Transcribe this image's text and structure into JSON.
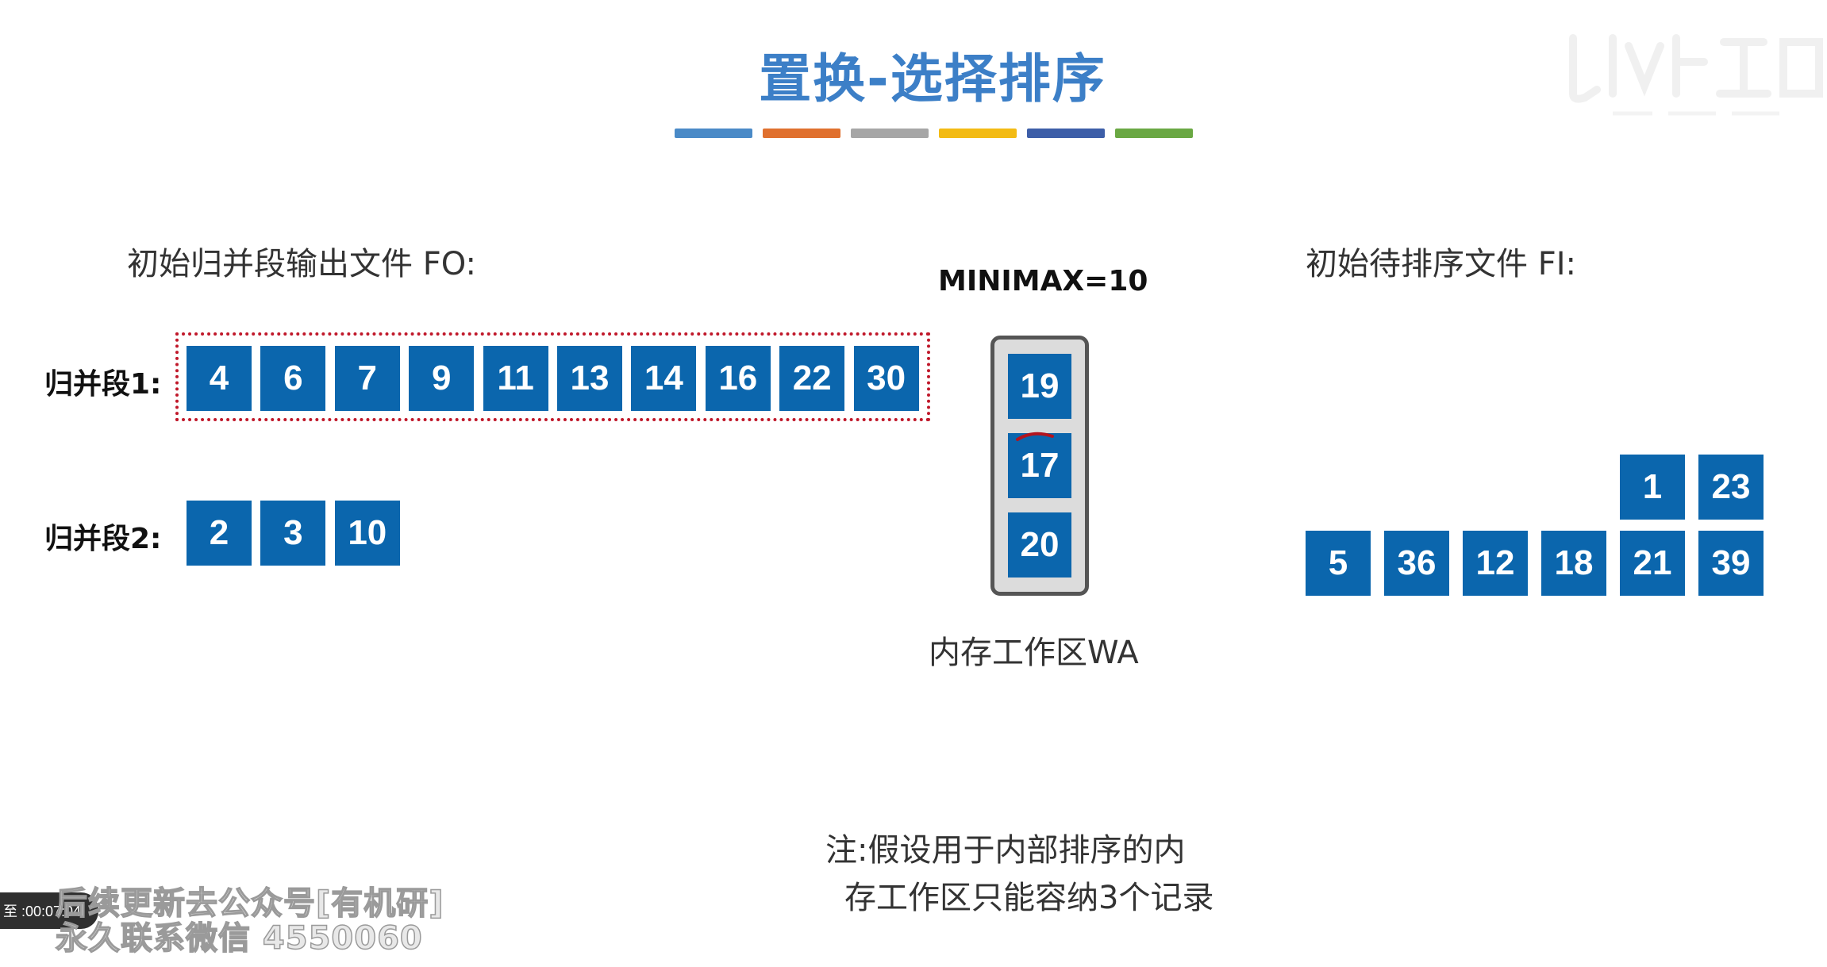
{
  "title": "置换-选择排序",
  "accent_bars": [
    "#4a8ac7",
    "#e0702e",
    "#a6a6a6",
    "#f3bb14",
    "#3d5ea8",
    "#6aa843"
  ],
  "box_color": "#0b66ad",
  "fo_label": "初始归并段输出文件 FO:",
  "fi_label": "初始待排序文件 FI:",
  "minimax_label": "MINIMAX=10",
  "wa_label": "内存工作区WA",
  "run1": {
    "label": "归并段1:",
    "values": [
      "4",
      "6",
      "7",
      "9",
      "11",
      "13",
      "14",
      "16",
      "22",
      "30"
    ]
  },
  "run2": {
    "label": "归并段2:",
    "values": [
      "2",
      "3",
      "10"
    ]
  },
  "wa_values": [
    "19",
    "17",
    "20"
  ],
  "fi": {
    "top_row": [
      "1",
      "23"
    ],
    "bottom_row": [
      "5",
      "36",
      "12",
      "18",
      "21",
      "39"
    ]
  },
  "note": {
    "line1": "注:假设用于内部排序的内",
    "line2": "存工作区只能容纳3个记录"
  },
  "overlay": {
    "time": "至 :00:07:04",
    "promo_line1": "后续更新去公众号[有机研]",
    "promo_line2": "永久联系微信 4550060"
  }
}
